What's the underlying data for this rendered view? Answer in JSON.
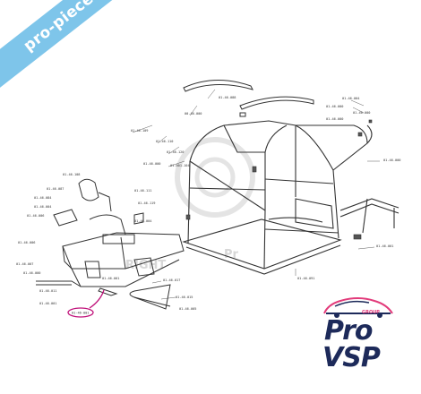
{
  "banner": {
    "text": "pro-piece-vsp.com",
    "color": "#7ec5ea"
  },
  "watermark": {
    "text": "RIGHT",
    "text2": "Pr"
  },
  "callouts": [
    "01-46-088",
    "00-46-000",
    "01-46-109",
    "01-46-110",
    "01-46-120",
    "01-001-104",
    "01-46-004",
    "01-46-000",
    "01-46-000",
    "01-46-000",
    "01-46-000",
    "01-46-000",
    "01-46-108",
    "01-46-087",
    "01-46-111",
    "01-46-119",
    "01-46-084",
    "01-46-004",
    "01-46-006",
    "01-46-006",
    "01-46-007",
    "01-46-000",
    "01-46-004",
    "01-46-001",
    "01-46-091",
    "01-46-017",
    "01-46-015",
    "01-46-011",
    "01-46-001",
    "01-46-005",
    "01-46-001"
  ],
  "highlighted_callout": {
    "label": "01-46-001",
    "color": "#c0127a"
  },
  "logo": {
    "group": "GROUP",
    "line1": "Pro",
    "line2": "VSP",
    "accent": "#e23a7a",
    "dark": "#1d2a5a"
  }
}
